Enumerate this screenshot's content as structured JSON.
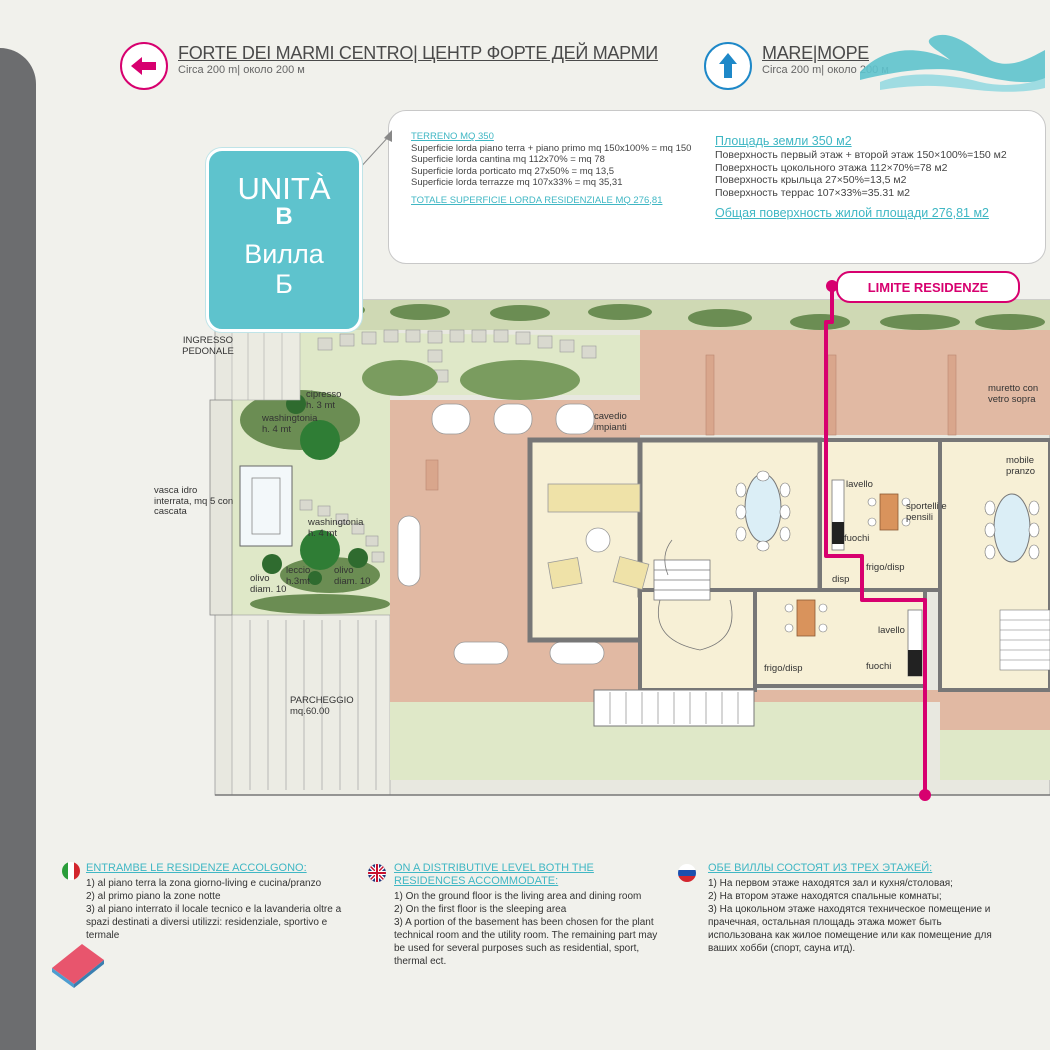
{
  "nav_left": {
    "title": "FORTE DEI MARMI CENTRO| ЦЕНТР ФОРТЕ ДЕЙ МАРМИ",
    "subtitle": "Circa 200 m| около 200 м",
    "icon": "arrow-left-icon",
    "color": "#d7006f"
  },
  "nav_right": {
    "title": "MARE|МОРЕ",
    "subtitle": "Circa 200 m| около 200 м",
    "icon": "arrow-up-icon",
    "color": "#1e88c8"
  },
  "unit": {
    "line1": "UNITÀ",
    "line2": "B",
    "line3": "Вилла",
    "line4": "Б"
  },
  "info_it": {
    "heading": "TERRENO MQ 350",
    "lines": [
      "Superficie lorda piano terra + piano primo mq 150x100% = mq 150",
      "Superficie lorda cantina mq 112x70% = mq 78",
      "Superficie lorda porticato mq 27x50% = mq 13,5",
      "Superficie lorda terrazze mq 107x33% = mq 35,31"
    ],
    "total": "TOTALE SUPERFICIE LORDA RESIDENZIALE MQ 276,81"
  },
  "info_ru": {
    "heading": "Площадь земли 350 м2",
    "lines": [
      "Поверхность первый этаж + второй этаж 150×100%=150 м2",
      "Поверхность цокольного этажа 112×70%=78 м2",
      "Поверхность крыльца 27×50%=13,5 м2",
      "Поверхность террас 107×33%=35.31 м2"
    ],
    "total": "Общая поверхность жилой площади 276,81 м2"
  },
  "limite": "LIMITE RESIDENZE",
  "plan_labels": {
    "ingresso": "INGRESSO PEDONALE",
    "cipresso": "cipresso h. 3 mt",
    "washingtonia1": "washingtonia h. 4 mt",
    "vasca": "vasca idro interrata, mq 5 con cascata",
    "washingtonia2": "washingtonia h. 4 mt",
    "olivo1": "olivo diam. 10",
    "leccio": "leccio h.3mt",
    "olivo2": "olivo diam. 10",
    "cavedio": "cavedio impianti",
    "parcheggio": "PARCHEGGIO mq.60.00",
    "lavello1": "lavello",
    "fuochi1": "fuochi",
    "sportelli": "sportelli e pensili",
    "frigo1": "frigo/disp",
    "disp": "disp",
    "lavello2": "lavello",
    "fuochi2": "fuochi",
    "frigo2": "frigo/disp",
    "muretto": "muretto con vetro sopra",
    "mobile": "mobile pranzo"
  },
  "bottom_it": {
    "heading": "ENTRAMBE LE RESIDENZE ACCOLGONO:",
    "lines": [
      "1) al piano terra la zona giorno-living e cucina/pranzo",
      "2) al primo piano la zone notte",
      "3) al piano interrato il locale tecnico e la lavanderia oltre a spazi destinati a diversi utilizzi: residenziale, sportivo e termale"
    ]
  },
  "bottom_en": {
    "heading": "ON A DISTRIBUTIVE LEVEL BOTH THE RESIDENCES ACCOMMODATE:",
    "lines": [
      "1) On the ground floor is the living area and dining room",
      "2) On the first floor is the sleeping area",
      "3) A portion of the basement has been chosen for the plant technical room and the utility room. The remaining part may be used for several purposes such as residential, sport, thermal ect."
    ]
  },
  "bottom_ru": {
    "heading": "ОБЕ ВИЛЛЫ СОСТОЯТ ИЗ ТРЕХ ЭТАЖЕЙ:",
    "lines": [
      "1) На первом этаже находятся зал и кухня/столовая;",
      "2) На втором этаже находятся спальные комнаты;",
      "3) На цокольном этаже находятся техническое помещение и прачечная, остальная площадь этажа может быть использована как жилое помещение или как помещение для ваших хобби (спорт, сауна итд)."
    ]
  },
  "colors": {
    "accent_pink": "#d7006f",
    "accent_teal": "#40b7c4",
    "garden": "#dfe8c8",
    "terrace": "#e1b9a3",
    "interior": "#f7f0d6"
  }
}
